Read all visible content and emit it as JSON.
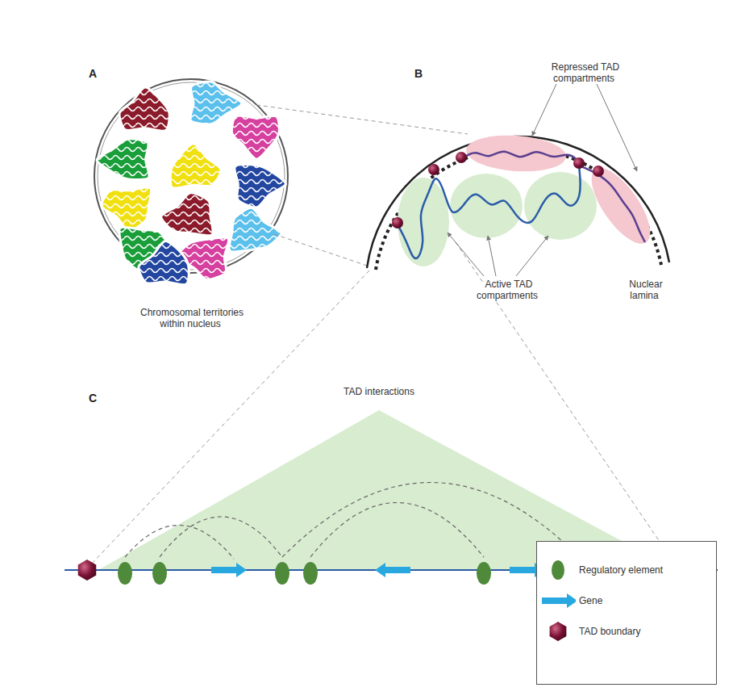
{
  "diagram": {
    "labels": [
      "A",
      "B",
      "C",
      "Repressed TAD compartments",
      "Chromosomal territories within nucleus",
      "Active TAD compartments",
      "Nuclear lamina",
      "TAD interactions"
    ],
    "legend": [
      {
        "text": "Regulatory element"
      },
      {
        "text": "Gene"
      },
      {
        "text": "TAD boundary"
      }
    ]
  }
}
